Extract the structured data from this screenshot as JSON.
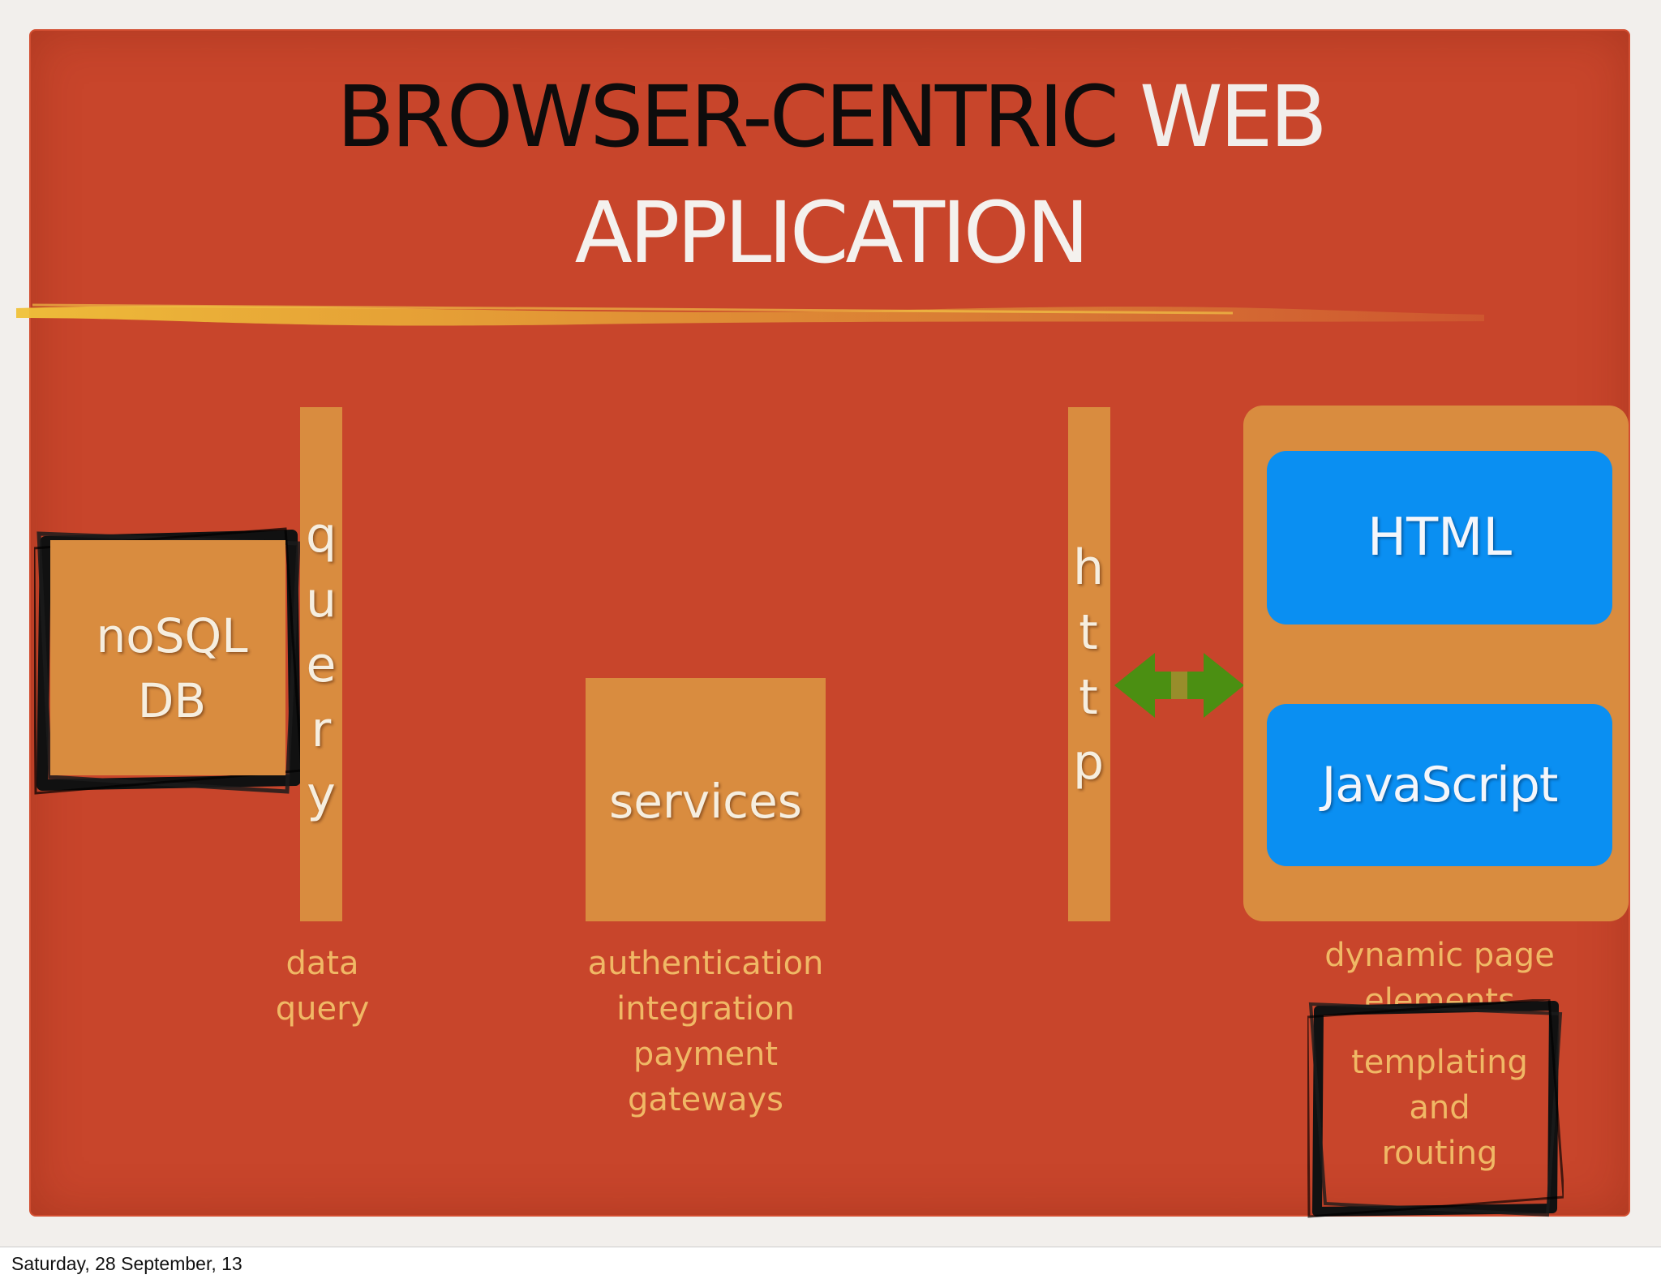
{
  "title": {
    "line1_dark": "BROWSER-CENTRIC",
    "line1_light": "WEB",
    "line2": "APPLICATION"
  },
  "bars": {
    "query_letters": [
      "q",
      "u",
      "e",
      "r",
      "y"
    ],
    "http_letters": [
      "h",
      "t",
      "t",
      "p"
    ]
  },
  "boxes": {
    "db_lines": [
      "noSQL",
      "DB"
    ],
    "services": "services",
    "html": "HTML",
    "javascript": "JavaScript"
  },
  "captions": {
    "data": [
      "data",
      "query"
    ],
    "services": [
      "authentication",
      "integration",
      "payment",
      "gateways"
    ],
    "dynamic": [
      "dynamic page",
      "elements"
    ],
    "templating": [
      "templating",
      "and",
      "routing"
    ]
  },
  "footer": {
    "date": "Saturday, 28 September, 13"
  },
  "colors": {
    "slide_red": "#c8452b",
    "orange": "#d98c3f",
    "blue": "#0a8ff2",
    "arrow_green": "#4b8f12",
    "caption": "#f0b865"
  }
}
